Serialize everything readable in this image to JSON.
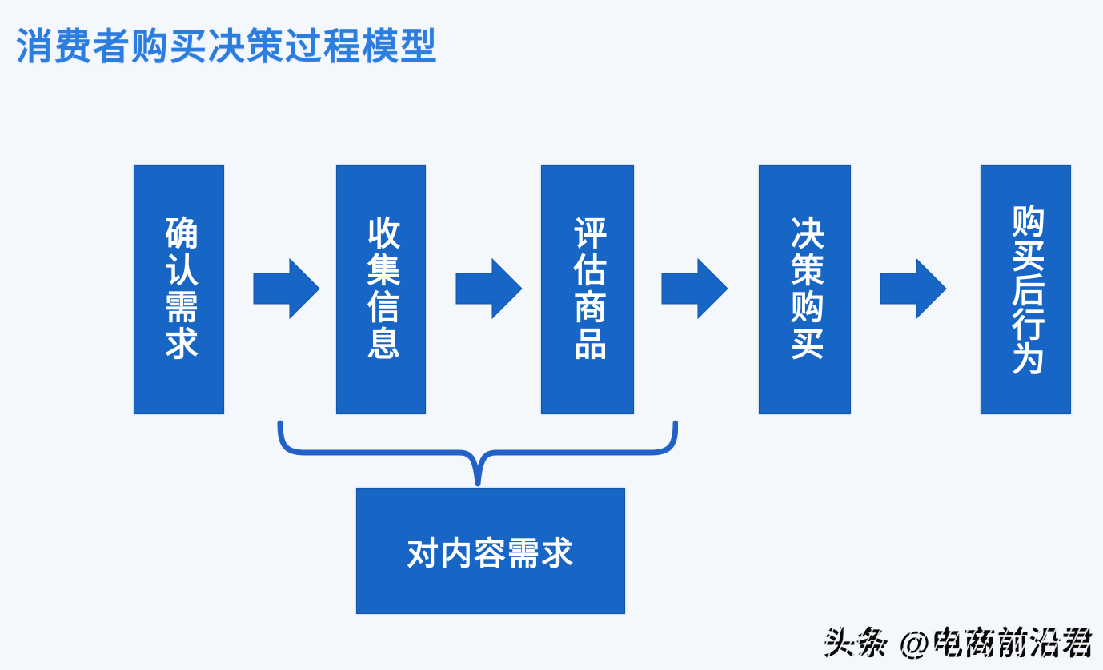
{
  "title": "消费者购买决策过程模型",
  "colors": {
    "background": "#f4f8fc",
    "title": "#2b7de0",
    "box": "#1766c5",
    "box_border": "#1254a8",
    "brace": "#2262c8",
    "box_text": "#ffffff",
    "watermark": "#141414"
  },
  "flow": {
    "steps": [
      {
        "label": "确认需求"
      },
      {
        "label": "收集信息"
      },
      {
        "label": "评估商品"
      },
      {
        "label": "决策购买"
      },
      {
        "label": "购买后行为"
      }
    ]
  },
  "annotation": {
    "label": "对内容需求"
  },
  "watermark": "头条 @电商前沿君"
}
